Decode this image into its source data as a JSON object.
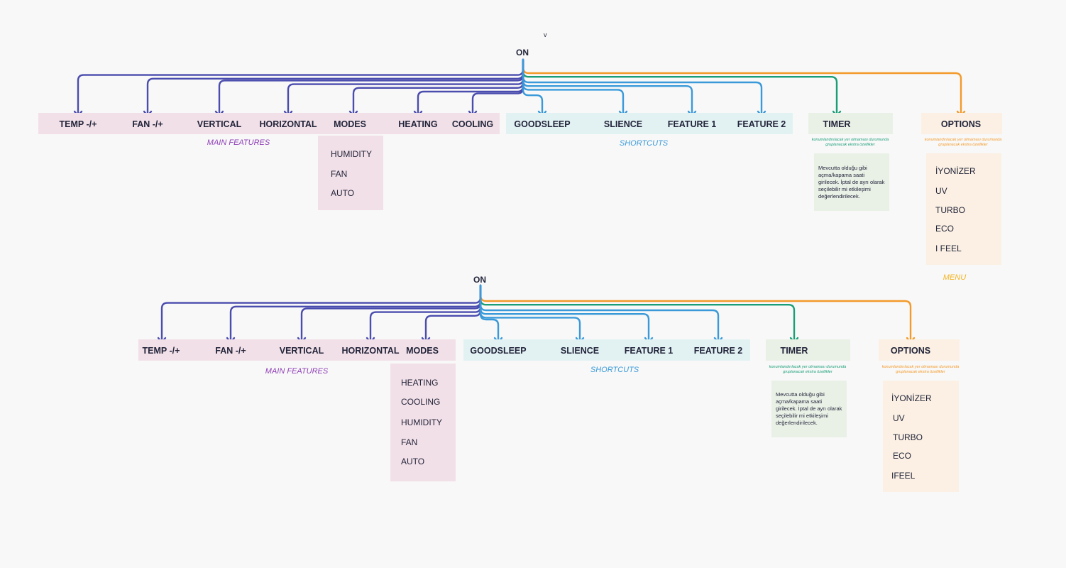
{
  "top_mark": "v",
  "colors": {
    "main": "#4a4cae",
    "shortcut": "#3a9ad9",
    "timer": "#1a9e78",
    "options": "#f39a2a",
    "main_caption": "#8e3fb7",
    "shortcut_caption": "#3a9ad9",
    "menu_caption": "#f5b421"
  },
  "diagram1": {
    "root": "ON",
    "main_features": [
      "TEMP -/+",
      "FAN -/+",
      "VERTICAL",
      "HORIZONTAL",
      "MODES",
      "HEATING",
      "COOLING"
    ],
    "main_caption": "MAIN FEATURES",
    "modes": [
      "HUMIDITY",
      "FAN",
      "AUTO"
    ],
    "shortcuts": [
      "GOODSLEEP",
      "SLIENCE",
      "FEATURE 1",
      "FEATURE 2"
    ],
    "shortcuts_caption": "SHORTCUTS",
    "timer": {
      "label": "TIMER",
      "note": "konumlandırılacak yer olmaması durumunda gruplanacak ekstra özellikler",
      "description": "Mevcutta olduğu gibi açma/kapama saati girilecek. İptal de ayrı olarak seçilebilir mi etkileşimi değerlendirilecek."
    },
    "options": {
      "label": "OPTIONS",
      "note": "konumlandırılacak yer olmaması durumunda gruplanacak ekstra özellikler",
      "items": [
        "İYONİZER",
        "UV",
        "TURBO",
        "ECO",
        "I FEEL"
      ]
    },
    "menu_caption": "MENU"
  },
  "diagram2": {
    "root": "ON",
    "main_features": [
      "TEMP -/+",
      "FAN -/+",
      "VERTICAL",
      "HORIZONTAL",
      "MODES"
    ],
    "main_caption": "MAIN FEATURES",
    "modes": [
      "HEATING",
      "COOLING",
      "HUMIDITY",
      "FAN",
      "AUTO"
    ],
    "shortcuts": [
      "GOODSLEEP",
      "SLIENCE",
      "FEATURE 1",
      "FEATURE 2"
    ],
    "shortcuts_caption": "SHORTCUTS",
    "timer": {
      "label": "TIMER",
      "note": "konumlandırılacak yer olmaması durumunda gruplanacak ekstra özellikler",
      "description": "Mevcutta olduğu gibi açma/kapama saati girilecek. İptal de ayrı olarak seçilebilir mi etkileşimi değerlendirilecek."
    },
    "options": {
      "label": "OPTIONS",
      "note": "konumlandırılacak yer olmaması durumunda gruplanacak ekstra özellikler",
      "items": [
        "İYONİZER",
        "UV",
        "TURBO",
        "ECO",
        "IFEEL"
      ]
    }
  }
}
